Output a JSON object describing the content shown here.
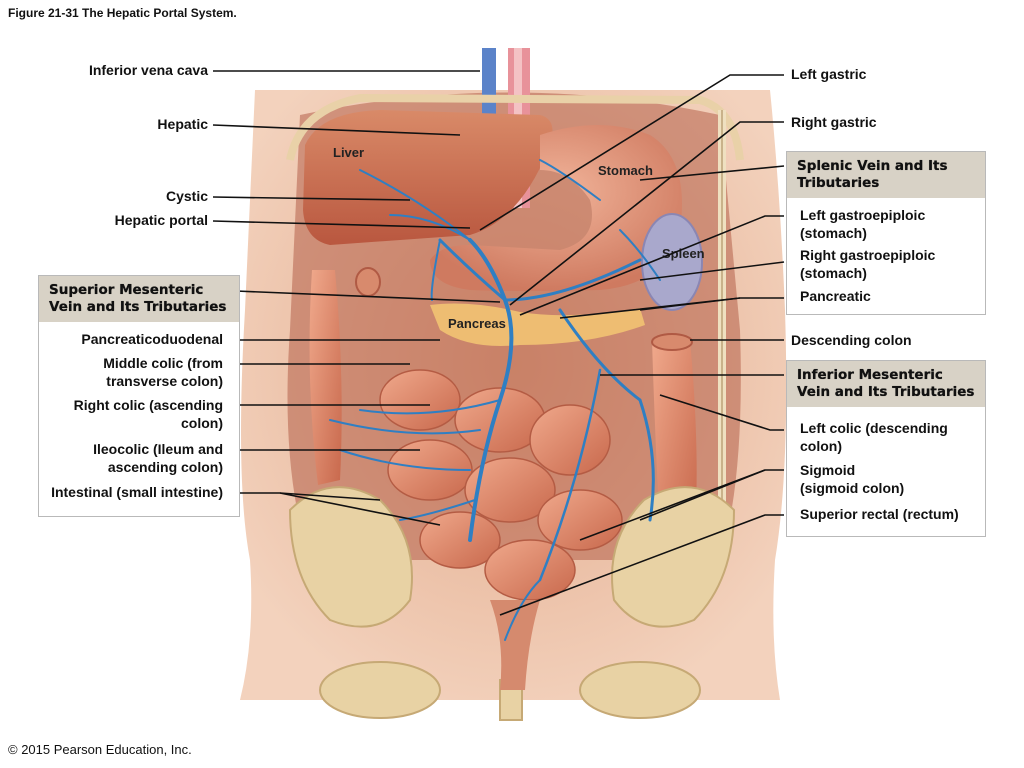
{
  "figure_title": "Figure 21-31 The Hepatic Portal System.",
  "copyright": "© 2015 Pearson Education, Inc.",
  "organs": {
    "liver": "Liver",
    "stomach": "Stomach",
    "spleen": "Spleen",
    "pancreas": "Pancreas"
  },
  "left_labels": {
    "inferior_vena_cava": "Inferior vena cava",
    "hepatic": "Hepatic",
    "cystic": "Cystic",
    "hepatic_portal": "Hepatic portal"
  },
  "superior_mesenteric_box": {
    "header_line1": "Superior Mesenteric",
    "header_line2": "Vein and Its Tributaries",
    "items": [
      {
        "line1": "Pancreaticoduodenal",
        "line2": ""
      },
      {
        "line1": "Middle colic (from",
        "line2": "transverse colon)"
      },
      {
        "line1": "Right colic (ascending",
        "line2": "colon)"
      },
      {
        "line1": "Ileocolic (Ileum and",
        "line2": "ascending colon)"
      },
      {
        "line1": "Intestinal (small intestine)",
        "line2": ""
      }
    ]
  },
  "right_labels": {
    "left_gastric": "Left gastric",
    "right_gastric": "Right gastric",
    "descending_colon": "Descending colon"
  },
  "splenic_box": {
    "header_line1": "Splenic Vein and Its",
    "header_line2": "Tributaries",
    "items": [
      {
        "line1": "Left gastroepiploic",
        "line2": "(stomach)"
      },
      {
        "line1": "Right gastroepiploic",
        "line2": "(stomach)"
      },
      {
        "line1": "Pancreatic",
        "line2": ""
      }
    ]
  },
  "inferior_mesenteric_box": {
    "header_line1": "Inferior Mesenteric",
    "header_line2": "Vein and Its Tributaries",
    "items": [
      {
        "line1": "Left colic (descending",
        "line2": "colon)"
      },
      {
        "line1": "Sigmoid",
        "line2": "(sigmoid colon)"
      },
      {
        "line1": "Superior rectal (rectum)",
        "line2": ""
      }
    ]
  }
}
